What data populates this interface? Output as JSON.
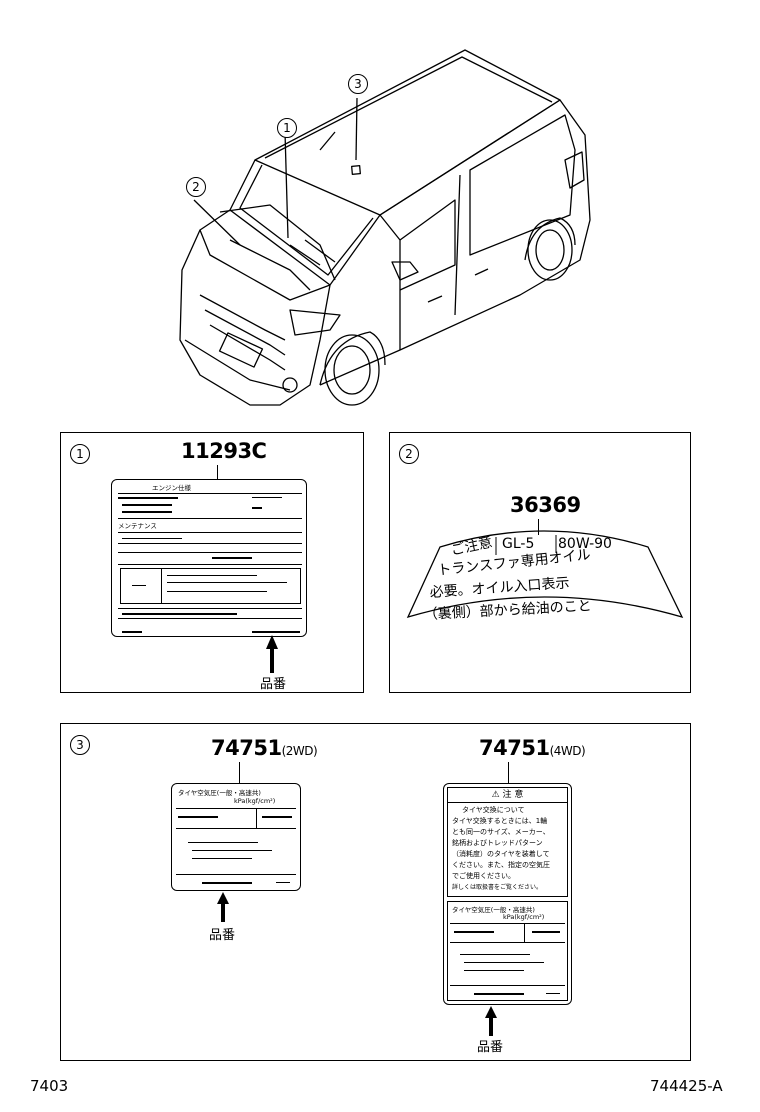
{
  "callouts": {
    "c1": "1",
    "c2": "2",
    "c3": "3"
  },
  "panel1": {
    "callout": "1",
    "part_number": "11293C",
    "label_header": "エンジン仕様",
    "label_maint": "メンテナンス",
    "arrow_caption": "品番"
  },
  "panel2": {
    "callout": "2",
    "part_number": "36369",
    "line1a": "ご注意",
    "line1b": "GL-5",
    "line1c": "80W-90",
    "line2": "トランスファ専用オイル",
    "line3": "必要。オイル入口表示",
    "line4": "（裏側）部から給油のこと"
  },
  "panel3": {
    "callout": "3",
    "left": {
      "part_number": "74751",
      "variant": "(2WD)",
      "label_title": "タイヤ空気圧(一般・高速共)",
      "label_unit": "kPa(kgf/cm²)",
      "arrow_caption": "品番"
    },
    "right": {
      "part_number": "74751",
      "variant": "(4WD)",
      "warn_title": "注 意",
      "warn_lines": [
        "タイヤ交換について",
        "タイヤ交換するときには、1輪",
        "とも同一のサイズ、メーカー、",
        "銘柄およびトレッドパターン",
        "（消耗度）のタイヤを装着して",
        "ください。また、指定の空気圧",
        "でご使用ください。",
        "詳しくは取扱書をご覧ください。"
      ],
      "label_title": "タイヤ空気圧(一般・高速共)",
      "label_unit": "kPa(kgf/cm²)",
      "arrow_caption": "品番"
    }
  },
  "footer": {
    "left": "7403",
    "right": "744425-A"
  }
}
